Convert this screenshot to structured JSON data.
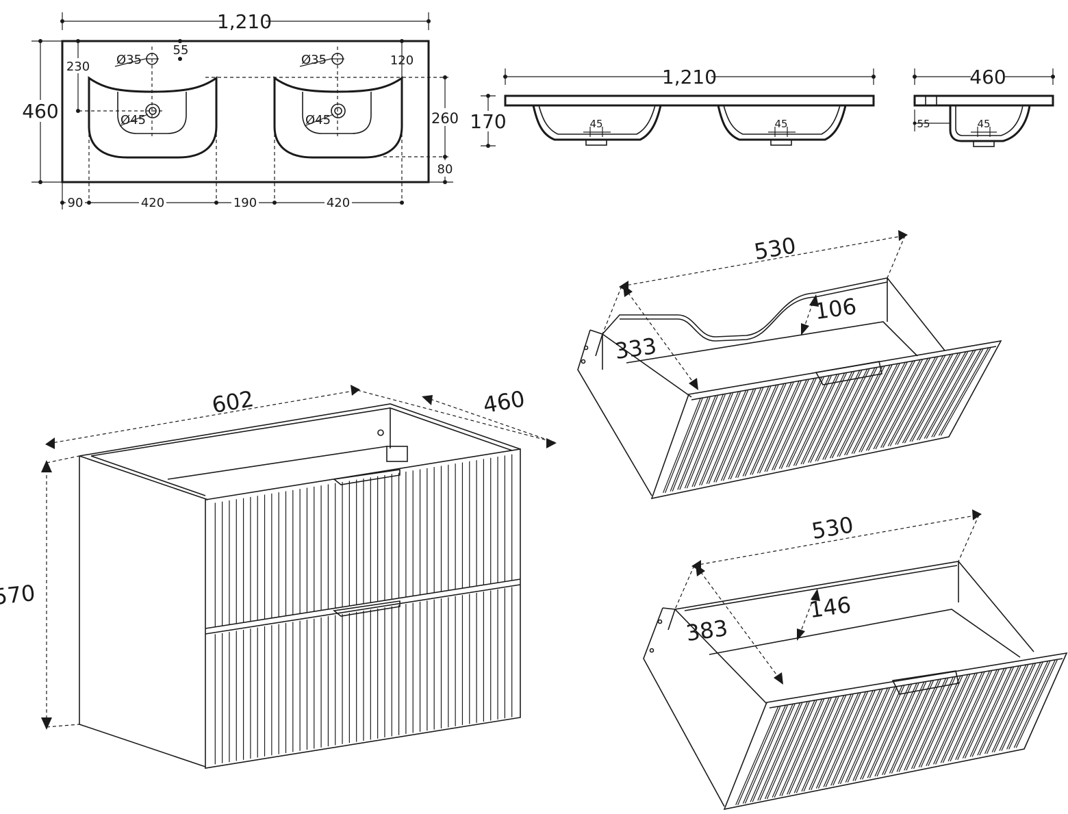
{
  "top_view": {
    "width_label": "1,210",
    "depth_label": "460",
    "tap_hole_left": "Ø35",
    "tap_hole_right": "Ø35",
    "drain_left": "Ø45",
    "drain_right": "Ø45",
    "tap_offset": "55",
    "dim_230": "230",
    "dim_120": "120",
    "dim_260": "260",
    "dim_80": "80",
    "bottom_90": "90",
    "bottom_420_left": "420",
    "bottom_190": "190",
    "bottom_420_right": "420"
  },
  "front_view": {
    "width_label": "1,210",
    "height_label": "170",
    "drain_left": "45",
    "drain_right": "45"
  },
  "side_view": {
    "depth_label": "460",
    "offset_label": "55",
    "drain_label": "45"
  },
  "cabinet": {
    "width_label": "602",
    "depth_label": "460",
    "height_label": "570"
  },
  "upper_drawer": {
    "width_label": "530",
    "depth_label": "333",
    "height_label": "106"
  },
  "lower_drawer": {
    "width_label": "530",
    "depth_label": "383",
    "height_label": "146"
  }
}
